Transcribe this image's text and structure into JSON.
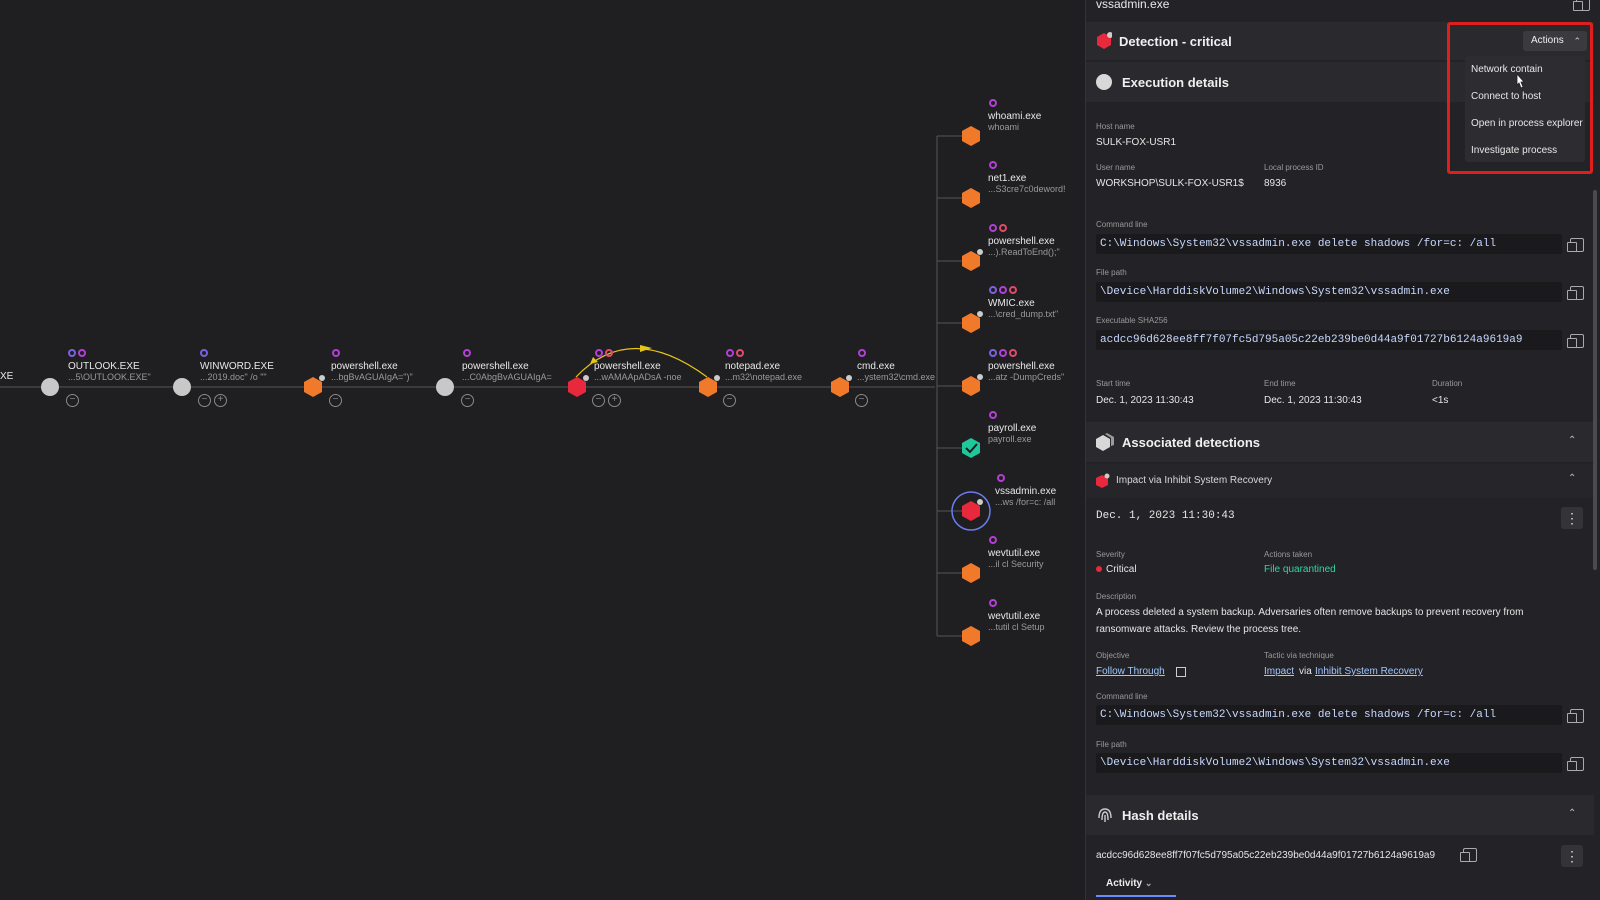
{
  "panel": {
    "window_title": "vssadmin.exe",
    "detection_title": "Detection - critical",
    "actions_label": "Actions",
    "actions_menu": [
      "Network contain",
      "Connect to host",
      "Open in process explorer",
      "Investigate process"
    ],
    "execution_title": "Execution details",
    "host_name_label": "Host name",
    "host_name": "SULK-FOX-USR1",
    "user_name_label": "User name",
    "user_name": "WORKSHOP\\SULK-FOX-USR1$",
    "pid_label": "Local process ID",
    "pid": "8936",
    "cmd_label": "Command line",
    "cmd": "C:\\Windows\\System32\\vssadmin.exe delete shadows /for=c: /all",
    "file_path_label": "File path",
    "file_path": "\\Device\\HarddiskVolume2\\Windows\\System32\\vssadmin.exe",
    "sha_label": "Executable SHA256",
    "sha": "acdcc96d628ee8ff7f07fc5d795a05c22eb239be0d44a9f01727b6124a9619a9",
    "start_label": "Start time",
    "start": "Dec. 1, 2023 11:30:43",
    "end_label": "End time",
    "end": "Dec. 1, 2023 11:30:43",
    "duration_label": "Duration",
    "duration": "<1s",
    "assoc_title": "Associated detections",
    "impact_title": "Impact via Inhibit System Recovery",
    "impact_time": "Dec. 1, 2023 11:30:43",
    "severity_label": "Severity",
    "severity": "Critical",
    "actions_taken_label": "Actions taken",
    "actions_taken": "File quarantined",
    "description_label": "Description",
    "description_1": "A process deleted a system backup. Adversaries often remove backups to prevent recovery from",
    "description_2": "ransomware attacks. Review the process tree.",
    "objective_label": "Objective",
    "objective": "Follow Through",
    "tactic_label": "Tactic via technique",
    "tactic": "Impact",
    "via": "via",
    "technique": "Inhibit System Recovery",
    "cmd2_label": "Command line",
    "cmd2": "C:\\Windows\\System32\\vssadmin.exe delete shadows /for=c: /all",
    "file_path2_label": "File path",
    "file_path2": "\\Device\\HarddiskVolume2\\Windows\\System32\\vssadmin.exe",
    "hash_title": "Hash details",
    "hash_value": "acdcc96d628ee8ff7f07fc5d795a05c22eb239be0d44a9f01727b6124a9619a9",
    "activity_tab": "Activity"
  },
  "graph": {
    "chain": [
      {
        "name": "XE",
        "args": ""
      },
      {
        "name": "OUTLOOK.EXE",
        "args": "...5\\OUTLOOK.EXE\""
      },
      {
        "name": "WINWORD.EXE",
        "args": "...2019.doc\" /o \"\""
      },
      {
        "name": "powershell.exe",
        "args": "...bgBvAGUAIgA=\")\""
      },
      {
        "name": "powershell.exe",
        "args": "...C0AbgBvAGUAIgA="
      },
      {
        "name": "powershell.exe",
        "args": "...wAMAApADsA -noe"
      },
      {
        "name": "notepad.exe",
        "args": "...m32\\notepad.exe"
      },
      {
        "name": "cmd.exe",
        "args": "...ystem32\\cmd.exe"
      }
    ],
    "children": [
      {
        "name": "whoami.exe",
        "args": "whoami"
      },
      {
        "name": "net1.exe",
        "args": "...S3cre7c0deword!"
      },
      {
        "name": "powershell.exe",
        "args": "...).ReadToEnd();\""
      },
      {
        "name": "WMIC.exe",
        "args": "...\\cred_dump.txt\""
      },
      {
        "name": "powershell.exe",
        "args": "...atz -DumpCreds\""
      },
      {
        "name": "payroll.exe",
        "args": "payroll.exe"
      },
      {
        "name": "vssadmin.exe",
        "args": "...ws /for=c: /all"
      },
      {
        "name": "wevtutil.exe",
        "args": "...il  cl Security"
      },
      {
        "name": "wevtutil.exe",
        "args": "...tutil  cl Setup"
      }
    ]
  },
  "colors": {
    "orange": "#f07a2a",
    "red": "#e8283c",
    "green": "#1fc79a",
    "gray": "#c8c8c8",
    "highlight": "#e01e1e"
  }
}
